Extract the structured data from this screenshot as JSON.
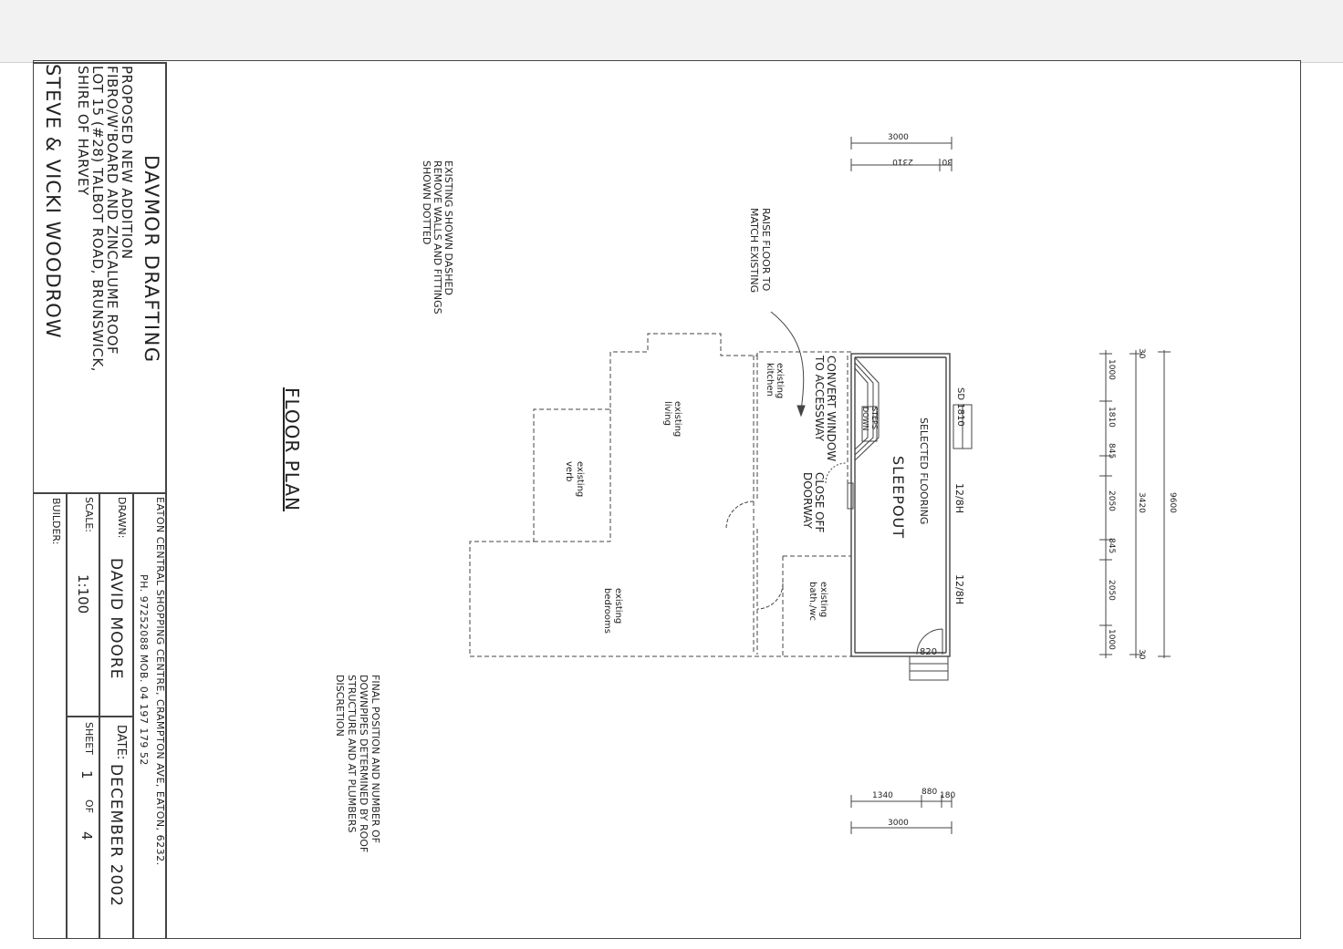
{
  "title_block": {
    "company": "DAVMOR DRAFTING",
    "address": "EATON CENTRAL SHOPPING CENTRE, CRAMPTON AVE, EATON, 6232.",
    "phone": "PH. 97252088    MOB. 04 197 179 52",
    "project_lines": [
      "PROPOSED NEW ADDITION",
      "FIBRO/W'BOARD AND ZINCALUME ROOF",
      "LOT 15 (#28) TALBOT ROAD, BRUNSWICK,",
      "SHIRE OF HARVEY"
    ],
    "client": "STEVE & VICKI WOODROW",
    "drawn_label": "DRAWN:",
    "drawn_value": "DAVID MOORE",
    "date_label": "DATE:",
    "date_value": "DECEMBER 2002",
    "scale_label": "SCALE:",
    "scale_value": "1:100",
    "sheet_label": "SHEET",
    "sheet_value": "1",
    "of_label": "OF",
    "of_value": "4",
    "builder_label": "BUILDER:"
  },
  "plan": {
    "heading": "FLOOR PLAN",
    "note_existing": [
      "EXISTING SHOWN DASHED",
      "REMOVE WALLS AND FITTINGS",
      "SHOWN DOTTED"
    ],
    "note_downpipes": [
      "FINAL POSITION AND NUMBER OF",
      "DOWNPIPES DETERMINED BY ROOF",
      "STRUCTURE AND AT PLUMBERS",
      "DISCRETION"
    ],
    "note_raise": [
      "RAISE FLOOR TO",
      "MATCH EXISTING"
    ],
    "note_convert": [
      "CONVERT WINDOW",
      "TO ACCESSWAY"
    ],
    "note_close": [
      "CLOSE OFF",
      "DOORWAY"
    ],
    "room_sleepout": "SLEEPOUT",
    "room_flooring": "SELECTED FLOORING",
    "room_kitchen": [
      "existing",
      "kitchen"
    ],
    "room_living": [
      "existing",
      "living"
    ],
    "room_verandah": [
      "existing",
      "verb"
    ],
    "room_bedrooms": [
      "existing",
      "bedrooms"
    ],
    "room_bath": [
      "existing",
      "bath./wc"
    ],
    "steps": [
      "STEPS",
      "DOWN"
    ],
    "window_1": "12/8H",
    "window_2": "12/8H",
    "sd_label": "SD 1810",
    "door_820": "820"
  },
  "dimensions": {
    "top_total": "3000",
    "top_a": "2310",
    "top_b": "30",
    "right_total": "9600",
    "right_inner": "3420",
    "right_segments": [
      "30",
      "1000",
      "1810",
      "845",
      "2050",
      "845",
      "2050",
      "1000",
      "30"
    ],
    "bottom_a": "1340",
    "bottom_b": "880",
    "bottom_c": "180",
    "bottom_total": "3000"
  }
}
